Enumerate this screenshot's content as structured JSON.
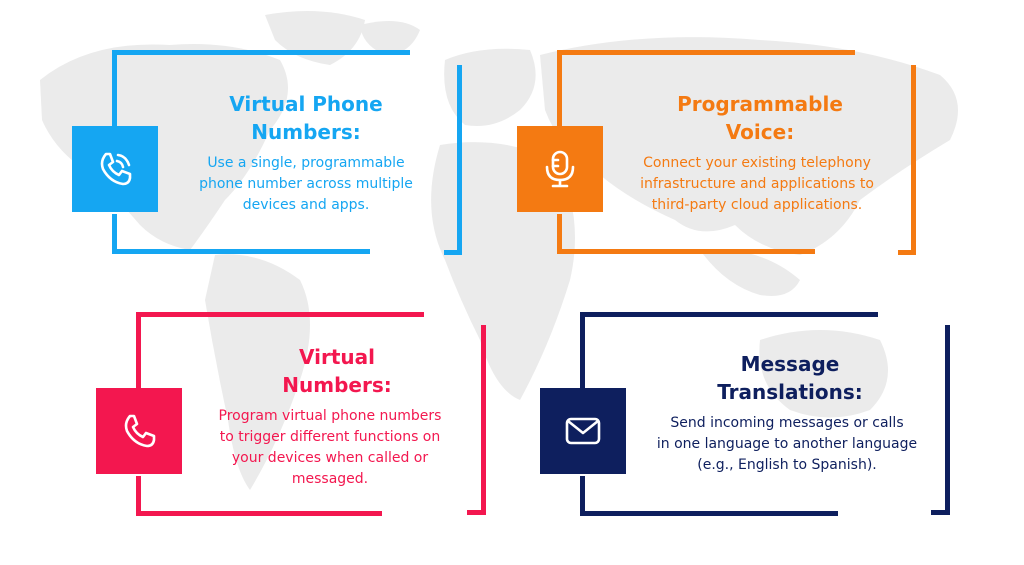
{
  "colors": {
    "blue": "#15A6F2",
    "orange": "#F47A12",
    "red": "#F3174F",
    "navy": "#0E1F5E",
    "map": "#EBEBEB"
  },
  "cards": [
    {
      "title": "Virtual Phone\nNumbers:",
      "description": "Use a single, programmable\nphone number across multiple\ndevices and apps.",
      "icon": "phone-ringing-icon"
    },
    {
      "title": "Programmable\nVoice:",
      "description": "Connect your existing telephony\ninfrastructure and applications to\nthird-party cloud applications.",
      "icon": "microphone-icon"
    },
    {
      "title": "Virtual\nNumbers:",
      "description": "Program virtual phone numbers\nto trigger different functions on\nyour devices when called or\nmessaged.",
      "icon": "phone-icon"
    },
    {
      "title": "Message\nTranslations:",
      "description": "Send incoming messages or calls\nin one language to another language\n(e.g., English to Spanish).",
      "icon": "envelope-icon"
    }
  ]
}
